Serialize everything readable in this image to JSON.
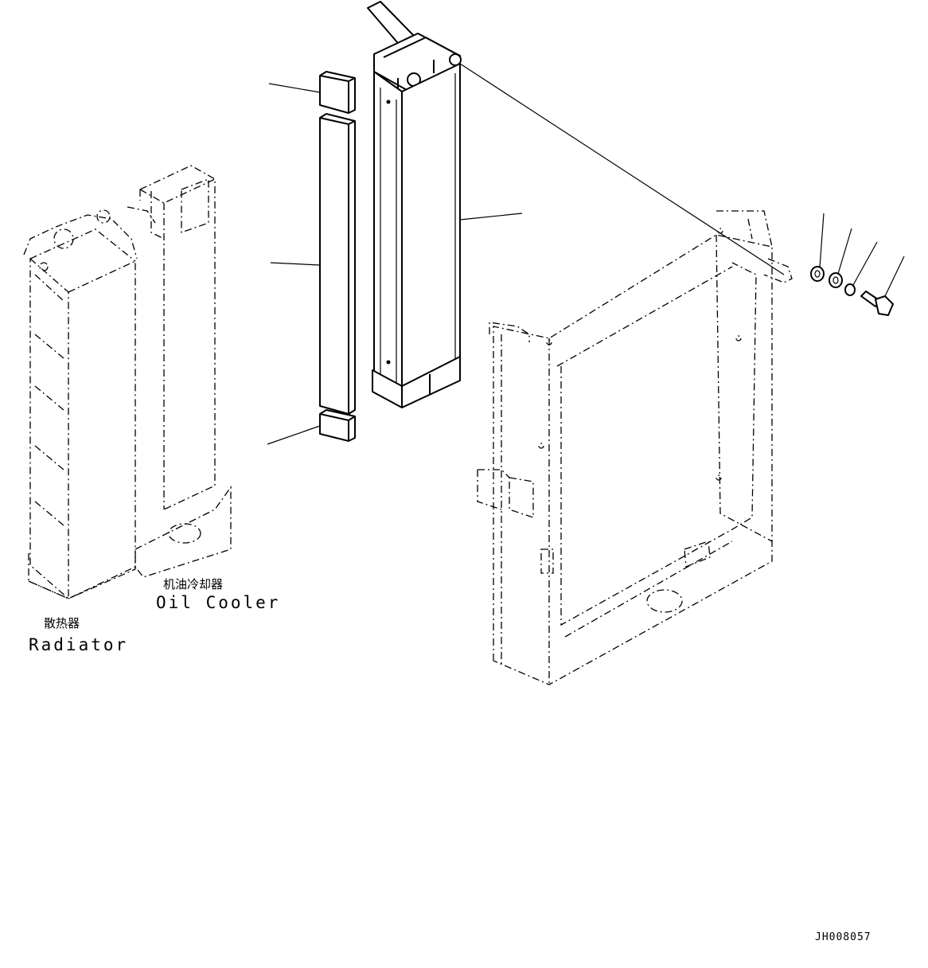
{
  "labels": {
    "oil_cooler_zh": "机油冷却器",
    "oil_cooler_en": "Oil Cooler",
    "radiator_zh": "散热器",
    "radiator_en": "Radiator",
    "drawing_code": "JH008057"
  },
  "icons": {
    "radiator": "radiator-icon",
    "oil_cooler": "oil-cooler-icon",
    "condenser": "condenser-core-icon",
    "frame": "shroud-frame-icon",
    "seal": "seal-icon",
    "bolt": "bolt-icon",
    "washer": "washer-icon"
  }
}
